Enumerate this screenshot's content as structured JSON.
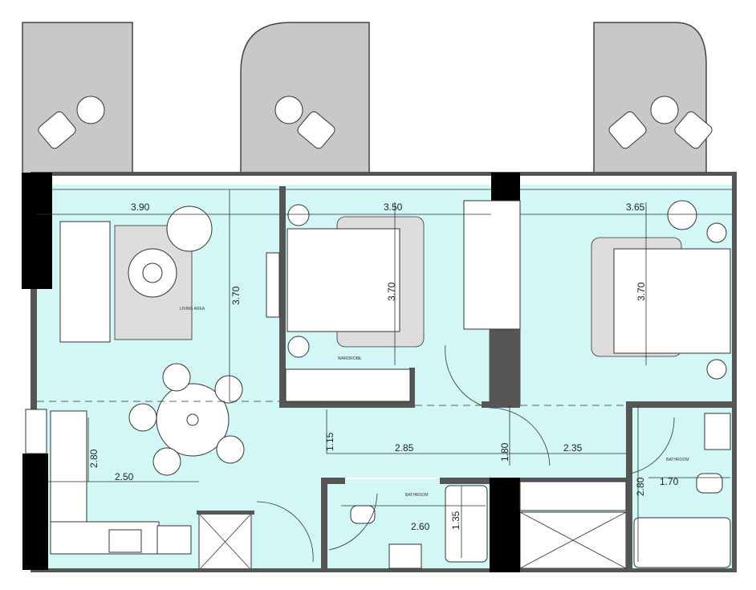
{
  "colors": {
    "floor": "#d2f7f6",
    "wall": "#555555",
    "column": "#000000",
    "balcony": "#c8c8c8"
  },
  "rooms": {
    "living": {
      "label": "LIVING AREA",
      "width": "3.90",
      "depth": "3.70"
    },
    "bedroom1": {
      "width": "3.50",
      "depth": "3.70",
      "wardrobe_label": "WARDROBE"
    },
    "bedroom2": {
      "width": "3.65",
      "depth": "3.70"
    },
    "kitchen": {
      "depth": "2.80",
      "width": "2.50"
    },
    "hall": {
      "depth": "1.15",
      "width_a": "2.85",
      "depth_b": "1.80",
      "width_b": "2.35"
    },
    "bathroom1": {
      "label": "BATHROOM",
      "width": "2.60",
      "depth": "1.35"
    },
    "bathroom2": {
      "label": "BATHROOM",
      "depth": "2.80",
      "width": "1.70"
    }
  }
}
